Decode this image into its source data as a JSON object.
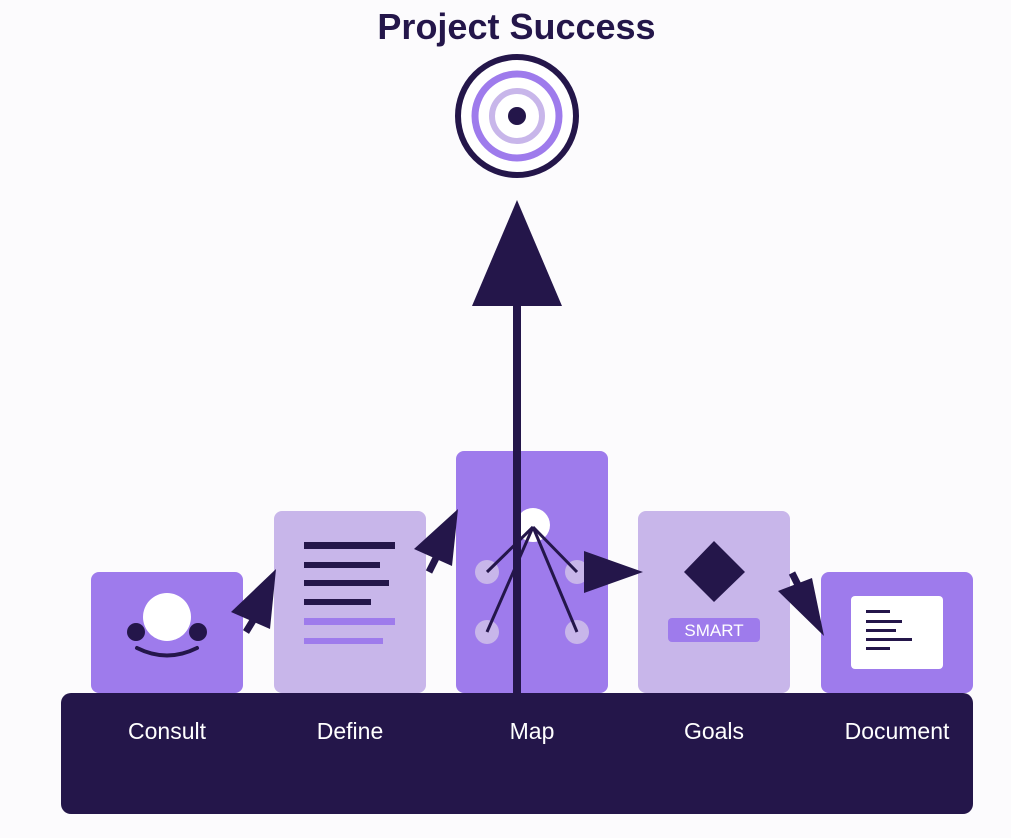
{
  "title": "Project Success",
  "colors": {
    "dark": "#24164a",
    "purple": "#9e7bec",
    "lavender": "#c8b6ea",
    "white": "#ffffff"
  },
  "steps": [
    {
      "label": "Consult",
      "icon": "person-icon"
    },
    {
      "label": "Define",
      "icon": "document-lines-icon"
    },
    {
      "label": "Map",
      "icon": "network-map-icon"
    },
    {
      "label": "Goals",
      "icon": "diamond-icon",
      "badge": "SMART"
    },
    {
      "label": "Document",
      "icon": "document-card-icon"
    }
  ]
}
